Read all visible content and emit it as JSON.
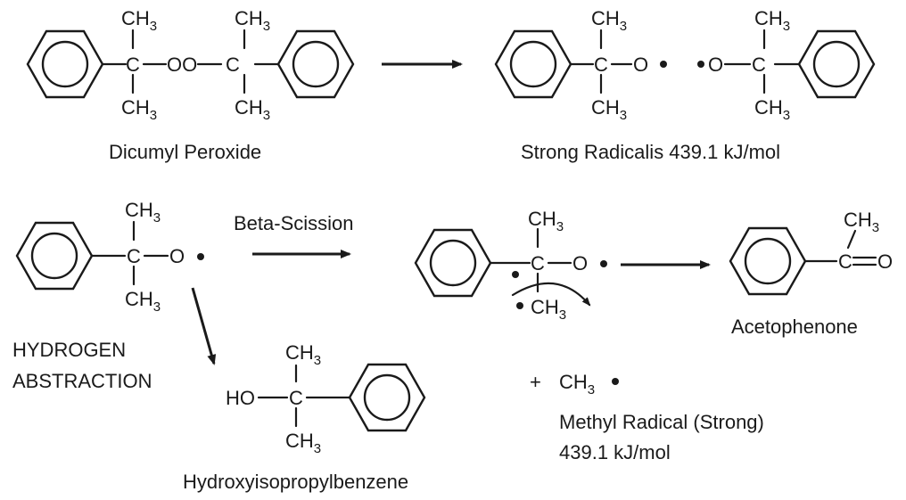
{
  "atoms": {
    "carbon": "C",
    "oxygen": "O",
    "methyl_prefix": "CH",
    "methyl_sub": "3",
    "peroxide_link": "OO",
    "hydroxyl": "HO"
  },
  "labels": {
    "dicumyl_peroxide": "Dicumyl Peroxide",
    "strong_radicals": "Strong Radicalis  439.1 kJ/mol",
    "beta_scission": "Beta-Scission",
    "acetophenone": "Acetophenone",
    "hydrogen_abstraction_line1": "HYDROGEN",
    "hydrogen_abstraction_line2": "ABSTRACTION",
    "plus_sign": "+",
    "methyl_radical_line1": "Methyl Radical (Strong)",
    "methyl_radical_line2": "439.1 kJ/mol",
    "hydroxyisopropylbenzene": "Hydroxyisopropylbenzene"
  }
}
